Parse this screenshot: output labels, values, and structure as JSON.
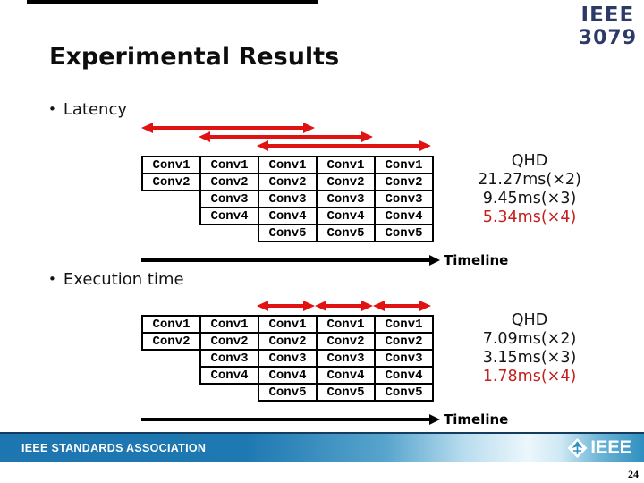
{
  "slide_title": "Experimental Results",
  "top_logo": {
    "line1": "IEEE",
    "line2": "3079"
  },
  "sections": [
    {
      "bullet": "Latency",
      "table": {
        "columns": [
          [
            "Conv1",
            "Conv2"
          ],
          [
            "Conv1",
            "Conv2",
            "Conv3",
            "Conv4"
          ],
          [
            "Conv1",
            "Conv2",
            "Conv3",
            "Conv4",
            "Conv5"
          ],
          [
            "Conv1",
            "Conv2",
            "Conv3",
            "Conv4",
            "Conv5"
          ],
          [
            "Conv1",
            "Conv2",
            "Conv3",
            "Conv4",
            "Conv5"
          ]
        ]
      },
      "results": {
        "heading": "QHD",
        "values": [
          "21.27ms(×2)",
          "9.45ms(×3)",
          "5.34ms(×4)"
        ],
        "highlight_index": 2
      },
      "timeline_label": "Timeline"
    },
    {
      "bullet": "Execution time",
      "table": {
        "columns": [
          [
            "Conv1",
            "Conv2"
          ],
          [
            "Conv1",
            "Conv2",
            "Conv3",
            "Conv4"
          ],
          [
            "Conv1",
            "Conv2",
            "Conv3",
            "Conv4",
            "Conv5"
          ],
          [
            "Conv1",
            "Conv2",
            "Conv3",
            "Conv4",
            "Conv5"
          ],
          [
            "Conv1",
            "Conv2",
            "Conv3",
            "Conv4",
            "Conv5"
          ]
        ]
      },
      "results": {
        "heading": "QHD",
        "values": [
          "7.09ms(×2)",
          "3.15ms(×3)",
          "1.78ms(×4)"
        ],
        "highlight_index": 2
      },
      "timeline_label": "Timeline"
    }
  ],
  "footer": {
    "brand": "IEEE STANDARDS ASSOCIATION",
    "logo_text": "IEEE",
    "page_number": "24"
  },
  "colors": {
    "arrow_red": "#e01212",
    "highlight_red": "#c42020",
    "logo_navy": "#2b3a67",
    "footer_blue": "#1d76af",
    "footer_light": "#ecf7fc"
  }
}
